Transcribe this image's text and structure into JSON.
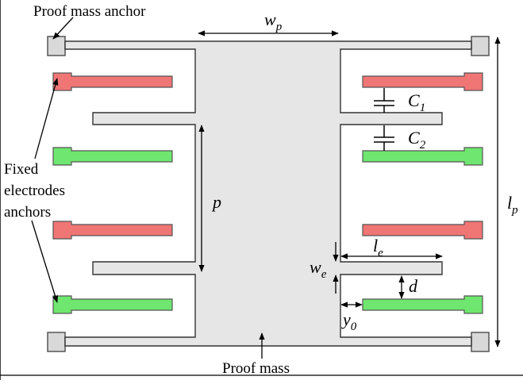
{
  "labels": {
    "proof_mass_anchor": "Proof mass anchor",
    "fixed_electrodes_anchors": [
      "Fixed",
      "electrodes",
      "anchors"
    ],
    "proof_mass": "Proof mass"
  },
  "dimensions": {
    "wp": {
      "base": "w",
      "sub": "p"
    },
    "p": {
      "base": "p"
    },
    "lp": {
      "base": "l",
      "sub": "p"
    },
    "le": {
      "base": "l",
      "sub": "e"
    },
    "we": {
      "base": "w",
      "sub": "e"
    },
    "d": {
      "base": "d"
    },
    "y0": {
      "base": "y",
      "sub": "0"
    },
    "C1": {
      "base": "C",
      "sub": "1"
    },
    "C2": {
      "base": "C",
      "sub": "2"
    }
  },
  "colors": {
    "proof_mass": "#e6e6e6",
    "red_electrode": "#f07575",
    "green_electrode": "#6fe66f",
    "outline": "#333333"
  }
}
